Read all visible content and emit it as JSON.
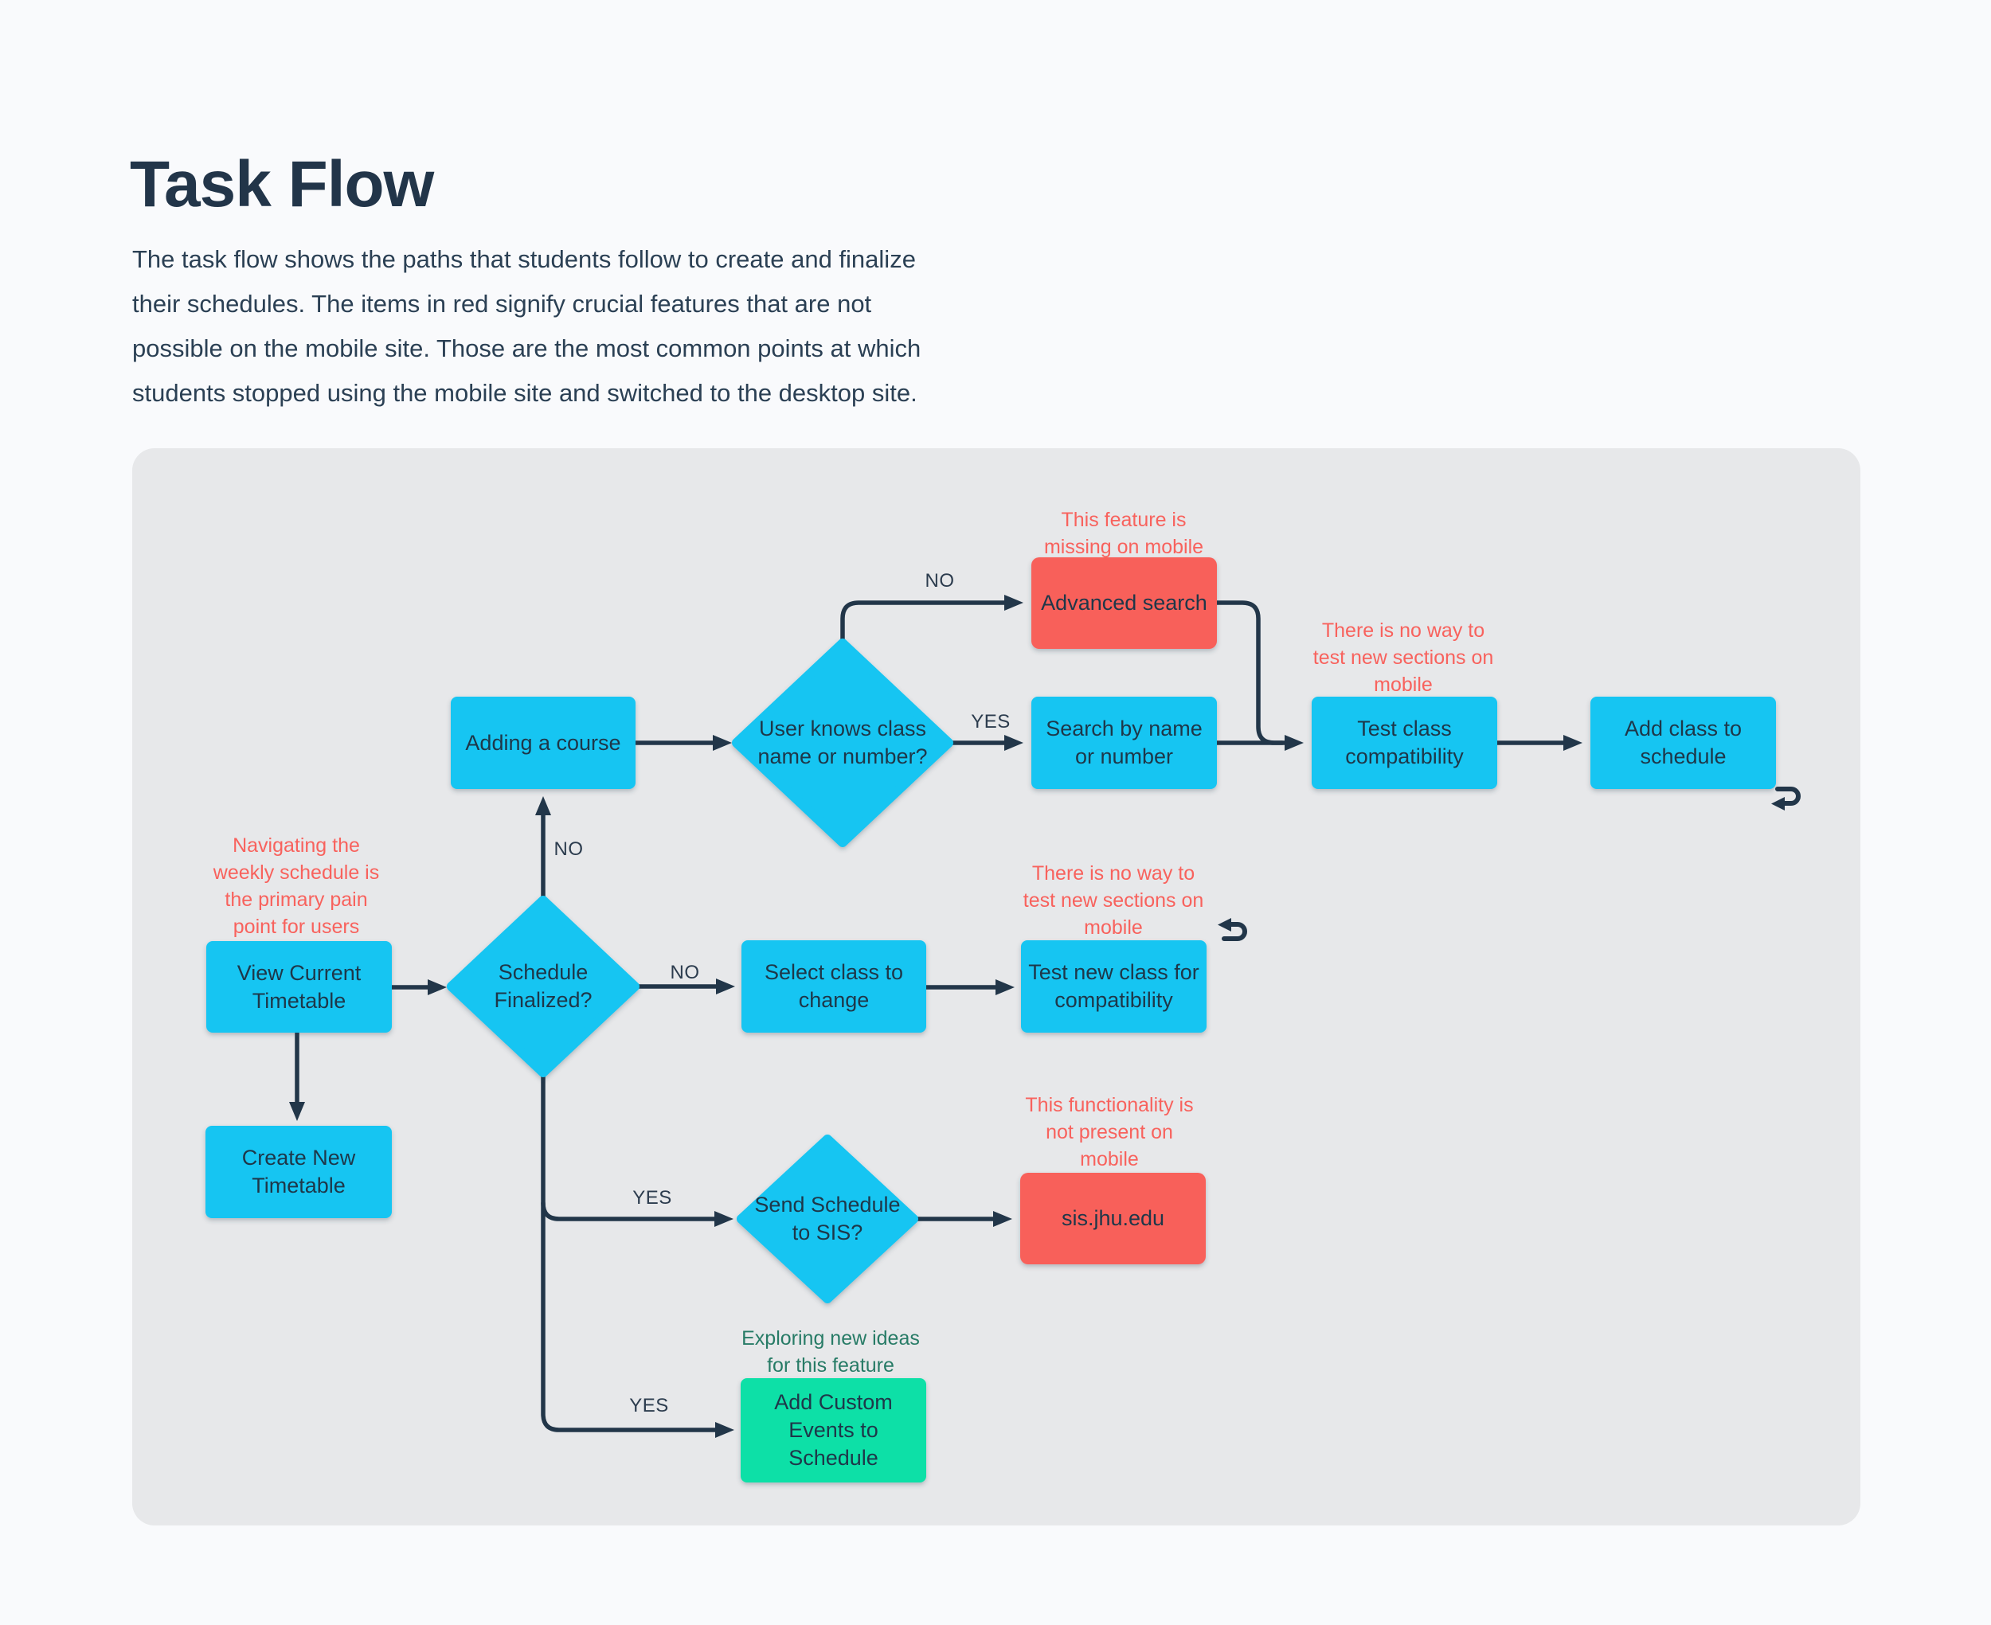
{
  "page": {
    "title": "Task Flow",
    "description": "The task flow shows the paths that students follow to create and finalize\ntheir schedules. The items in red signify crucial features that are not\npossible on the mobile site. Those are the most common points at which\nstudents stopped using the mobile site and switched to the desktop site."
  },
  "colors": {
    "node_cyan": "#17c5f2",
    "node_red": "#f8605a",
    "node_green": "#09e0a7",
    "arrow_navy": "#223649",
    "annotation_red": "#f8625d",
    "annotation_green": "#277b66",
    "canvas_gray": "#e7e8ea",
    "page_bg": "#f9fafc"
  },
  "flowchart": {
    "nodes": {
      "adding_course": {
        "label": "Adding a course",
        "type": "process"
      },
      "user_knows": {
        "label": "User knows class\nname or number?",
        "type": "decision"
      },
      "advanced_search": {
        "label": "Advanced search",
        "type": "blocked-on-mobile"
      },
      "search_by_name": {
        "label": "Search by name\nor number",
        "type": "process"
      },
      "test_class": {
        "label": "Test class\ncompatibility",
        "type": "process"
      },
      "add_class": {
        "label": "Add class to\nschedule",
        "type": "process"
      },
      "view_current": {
        "label": "View Current\nTimetable",
        "type": "process"
      },
      "schedule_finalized": {
        "label": "Schedule\nFinalized?",
        "type": "decision"
      },
      "select_class": {
        "label": "Select class to\nchange",
        "type": "process"
      },
      "test_new_class": {
        "label": "Test new class for\ncompatibility",
        "type": "process"
      },
      "create_new": {
        "label": "Create New\nTimetable",
        "type": "process"
      },
      "send_sis": {
        "label": "Send Schedule\nto SIS?",
        "type": "decision"
      },
      "sis_site": {
        "label": "sis.jhu.edu",
        "type": "blocked-on-mobile"
      },
      "add_custom": {
        "label": "Add Custom\nEvents to\nSchedule",
        "type": "exploration"
      }
    },
    "annotations": {
      "missing_mobile": {
        "text": "This feature is\nmissing on mobile",
        "tone": "red"
      },
      "no_test_top": {
        "text": "There is no way to\ntest new sections on\nmobile",
        "tone": "red"
      },
      "nav_pain": {
        "text": "Navigating the\nweekly schedule is\nthe primary pain\npoint for users",
        "tone": "red"
      },
      "no_test_mid": {
        "text": "There is no way to\ntest new sections on\nmobile",
        "tone": "red"
      },
      "not_present": {
        "text": "This functionality is\nnot present on\nmobile",
        "tone": "red"
      },
      "exploring": {
        "text": "Exploring new ideas\nfor this feature",
        "tone": "green"
      }
    },
    "edge_labels": {
      "no_to_advanced": "NO",
      "yes_to_search": "YES",
      "no_to_adding": "NO",
      "no_to_select": "NO",
      "yes_to_sis": "YES",
      "yes_to_custom": "YES"
    }
  }
}
